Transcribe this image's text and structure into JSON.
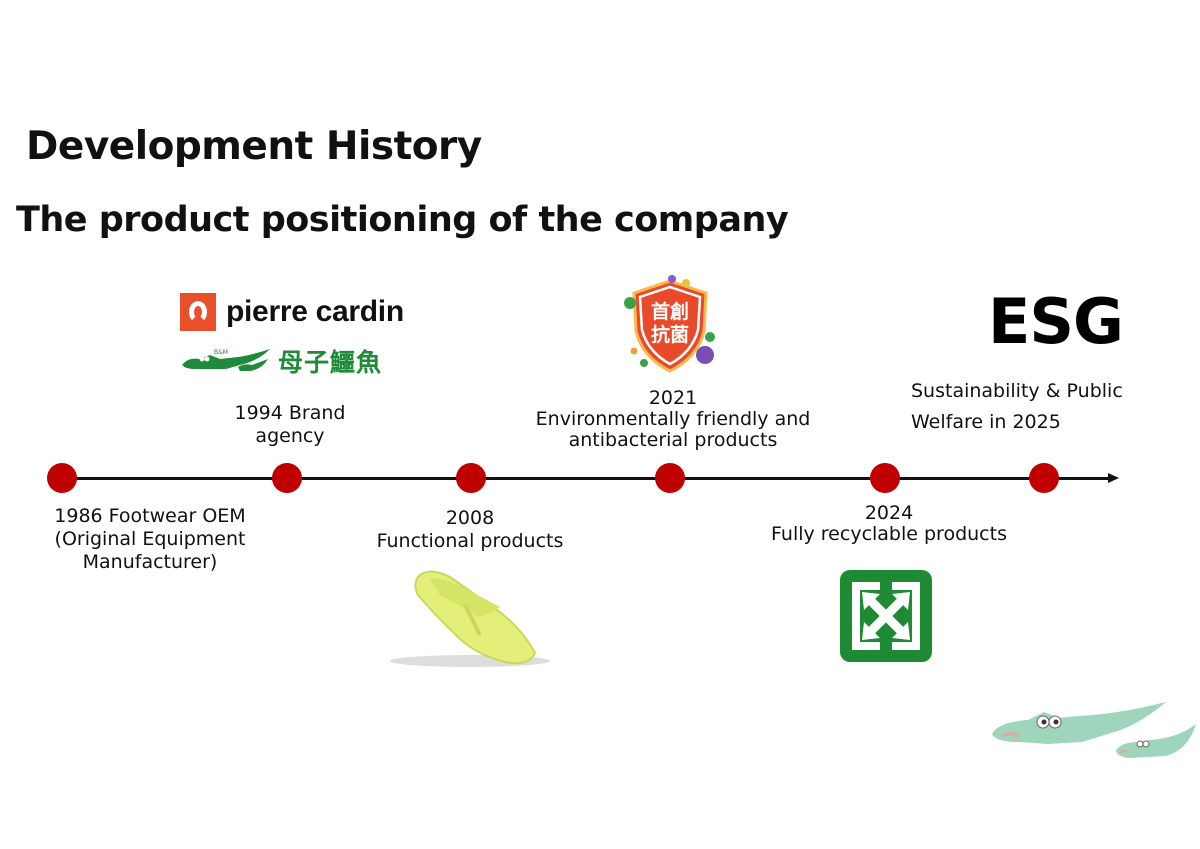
{
  "header": {
    "title": "Development History",
    "subtitle": "The product positioning of the company"
  },
  "logos": {
    "brand_name": "pierre cardin",
    "partner_name_cn": "母子鱷魚",
    "partner_mark": "B&M",
    "badge_text_line1": "首創",
    "badge_text_line2": "抗菌",
    "esg": "ESG"
  },
  "timeline": {
    "accent_color": "#c00000",
    "milestones": [
      {
        "year": "1986",
        "lines": [
          "1986 Footwear OEM",
          "(Original Equipment",
          "Manufacturer)"
        ],
        "position": "below"
      },
      {
        "year": "1994",
        "lines": [
          "1994 Brand",
          "agency"
        ],
        "position": "above"
      },
      {
        "year": "2008",
        "lines": [
          "2008",
          "Functional products"
        ],
        "position": "below"
      },
      {
        "year": "2021",
        "lines": [
          "2021",
          "Environmentally friendly and",
          "antibacterial products"
        ],
        "position": "above"
      },
      {
        "year": "2024",
        "lines": [
          "2024",
          "Fully recyclable products"
        ],
        "position": "below"
      },
      {
        "year": "2025",
        "lines": [
          "Sustainability & Public",
          "Welfare in 2025"
        ],
        "position": "above"
      }
    ]
  },
  "icons": {
    "sandal": "sandal-image",
    "recycle": "recycle-icon",
    "crocodile": "crocodile-mascot"
  }
}
